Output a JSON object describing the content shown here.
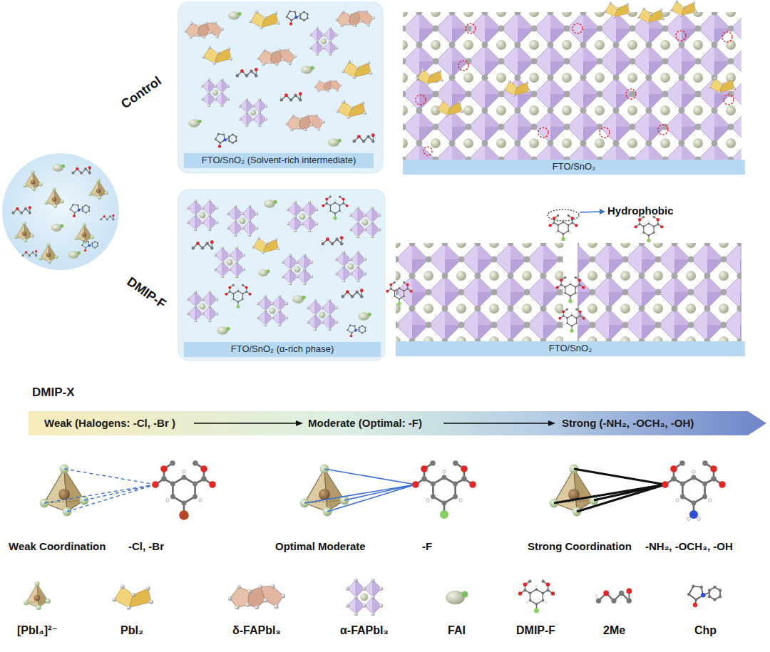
{
  "diagram": {
    "nodes": [
      {
        "text": [
          "FTO/SnO₂ (Solvent-rich intermediate)"
        ]
      },
      {
        "text": [
          "FTO/SnO₂"
        ]
      },
      {
        "text": [
          "FTO/SnO₂ (α-rich phase)"
        ]
      },
      {
        "text": [
          "FTO/SnO₂"
        ]
      },
      {
        "text": [
          "DMIP-X",
          "Weak (Halogens: -Cl, -Br )",
          "Moderate (Optimal: -F)",
          "Strong (-NH₂, -OCH₃, -OH)"
        ]
      }
    ],
    "labels": [
      "Control",
      "DMIP-F",
      "Hydrophobic",
      "Weak Coordination",
      "-Cl, -Br",
      "Optimal Moderate",
      "-F",
      "Strong Coordination",
      "-NH₂, -OCH₃, -OH"
    ],
    "legend": [
      {
        "text": "[PbI₄]²⁻"
      },
      {
        "text": "PbI₂"
      },
      {
        "text": "δ-FAPbI₃"
      },
      {
        "text": "α-FAPbI₃"
      },
      {
        "text": "FAI"
      },
      {
        "text": "DMIP-F"
      },
      {
        "text": "2Me"
      },
      {
        "text": "Chp"
      }
    ]
  }
}
